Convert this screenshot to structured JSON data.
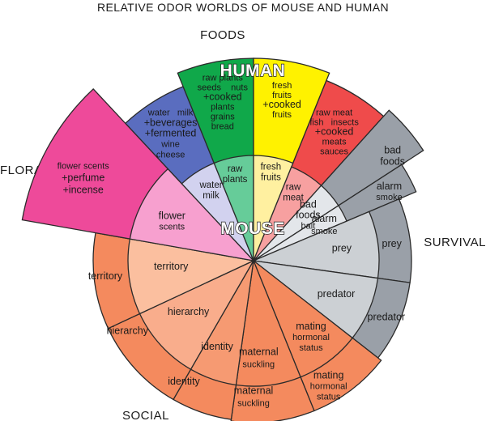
{
  "title": "RELATIVE ODOR WORLDS OF MOUSE AND HUMAN",
  "categories": {
    "foods": "FOODS",
    "floral": "FLORAL",
    "survival": "SURVIVAL",
    "social": "SOCIAL"
  },
  "rings": {
    "human": "HUMAN",
    "mouse": "MOUSE"
  },
  "colors": {
    "water": [
      "#d2d2ef",
      "#5a6dbf"
    ],
    "plants": [
      "#66cc99",
      "#10a84a"
    ],
    "fruits": [
      "#fff0a0",
      "#fff200"
    ],
    "meat": [
      "#f7a0a0",
      "#ef4b4b"
    ],
    "bad": [
      "#e3e6ea",
      "#9aa0a8"
    ],
    "alarm": [
      "#e3e6ea",
      "#9aa0a8"
    ],
    "flower": [
      "#f7a0cf",
      "#ee4a9a"
    ],
    "prey": [
      "#ccd0d4",
      "#9aa0a8"
    ],
    "predator": [
      "#ccd0d4",
      "#9aa0a8"
    ],
    "mating": [
      "#f48a5e",
      "#f48a5e"
    ],
    "maternal": [
      "#f48a5e",
      "#f48a5e"
    ],
    "identity": [
      "#f69a72",
      "#f48a5e"
    ],
    "hierarchy": [
      "#f9ad8c",
      "#f48a5e"
    ],
    "territory": [
      "#fbbf9f",
      "#f48a5e"
    ]
  },
  "wedges": [
    {
      "id": "water",
      "mouse": [
        "water",
        "milk"
      ],
      "human": [
        "water   milk",
        "+beverages",
        "+fermented",
        "wine",
        "cheese"
      ]
    },
    {
      "id": "plants",
      "mouse": [
        "raw",
        "plants"
      ],
      "human": [
        "raw plants",
        "seeds    nuts",
        "+cooked",
        "plants",
        "grains",
        "bread"
      ]
    },
    {
      "id": "fruits",
      "mouse": [
        "fresh",
        "fruits"
      ],
      "human": [
        "fresh",
        "fruits",
        "+cooked",
        "fruits"
      ]
    },
    {
      "id": "meat",
      "mouse": [
        "raw",
        "meat"
      ],
      "human": [
        "raw meat",
        "fish   insects",
        "+cooked",
        "meats",
        "sauces"
      ]
    },
    {
      "id": "bad",
      "mouse": [
        "bad",
        "foods",
        "bait"
      ],
      "human": [
        "bad",
        "foods"
      ]
    },
    {
      "id": "alarm",
      "mouse": [
        "alarm",
        "smoke"
      ],
      "human": [
        "alarm",
        "smoke"
      ]
    },
    {
      "id": "prey",
      "mouse": [
        "prey"
      ],
      "human": [
        "prey"
      ]
    },
    {
      "id": "predator",
      "mouse": [
        "predator"
      ],
      "human": [
        "predator"
      ]
    },
    {
      "id": "mating",
      "mouse": [
        "mating",
        "hormonal",
        "status"
      ],
      "human": [
        "mating",
        "hormonal",
        "status"
      ]
    },
    {
      "id": "maternal",
      "mouse": [
        "maternal",
        "suckling"
      ],
      "human": [
        "maternal",
        "suckling"
      ]
    },
    {
      "id": "identity",
      "mouse": [
        "identity"
      ],
      "human": [
        "identity"
      ]
    },
    {
      "id": "hierarchy",
      "mouse": [
        "hierarchy"
      ],
      "human": [
        "hierarchy"
      ]
    },
    {
      "id": "territory",
      "mouse": [
        "territory"
      ],
      "human": [
        "territory"
      ]
    },
    {
      "id": "flower",
      "mouse": [
        "flower",
        "scents"
      ],
      "human": [
        "flower scents",
        "+perfume",
        "+incense"
      ]
    }
  ]
}
